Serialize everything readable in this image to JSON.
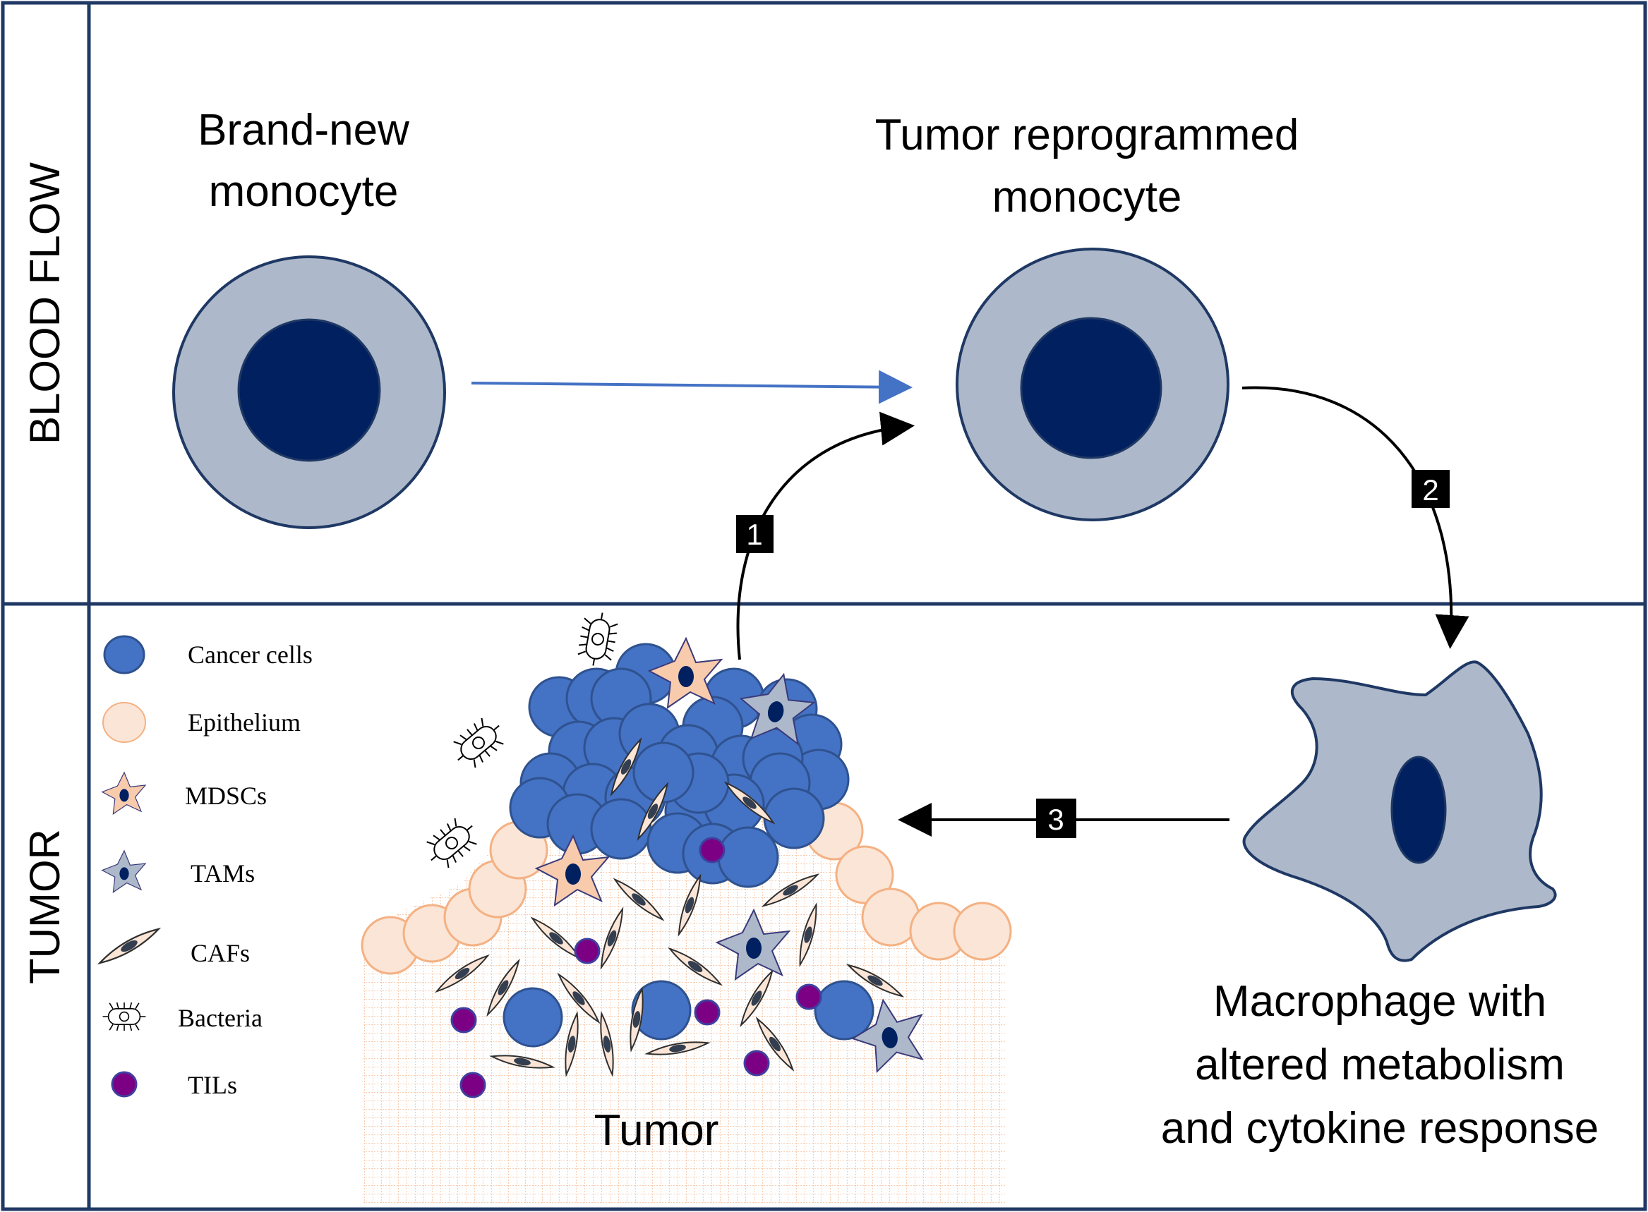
{
  "panels": {
    "top_label": "BLOOD FLOW",
    "bottom_label": "TUMOR"
  },
  "monocytes": {
    "brand_new_line1": "Brand-new",
    "brand_new_line2": "monocyte",
    "reprogrammed_line1": "Tumor reprogrammed",
    "reprogrammed_line2": "monocyte"
  },
  "macrophage": {
    "line1": "Macrophage with",
    "line2": "altered metabolism",
    "line3": "and cytokine response"
  },
  "steps": {
    "step1": "1",
    "step2": "2",
    "step3": "3"
  },
  "tumor_label": "Tumor",
  "legend": {
    "cancer": "Cancer cells",
    "epithelium": "Epithelium",
    "mdscs": "MDSCs",
    "tams": "TAMs",
    "cafs": "CAFs",
    "bacteria": "Bacteria",
    "tils": "TILs"
  },
  "colors": {
    "border": "#1f3864",
    "monocyte_outer": "#adb9ca",
    "nucleus": "#002060",
    "cancer_fill": "#4472c4",
    "cancer_stroke": "#2f528f",
    "epithelium_fill": "#fbe5d6",
    "epithelium_stroke": "#f4b183",
    "mdsc_fill": "#f8cbad",
    "caf_nucleus": "#333f50",
    "til_fill": "#7b0083",
    "til_stroke": "#3f3f9f",
    "arrow_blue": "#4472c4",
    "tissue_grid": "#f4b183"
  }
}
